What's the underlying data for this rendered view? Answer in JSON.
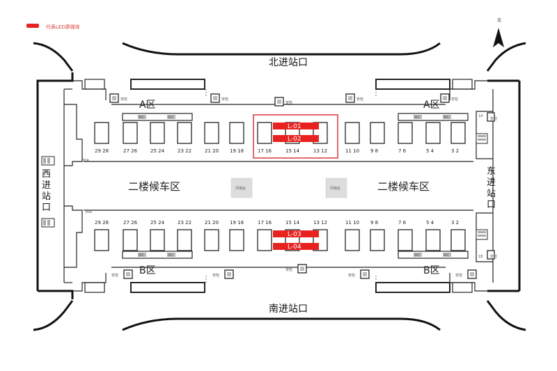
{
  "legend": {
    "label": "代表LED屏媒体",
    "color": "#e8231f"
  },
  "compass": {
    "label": "北"
  },
  "exits": {
    "north": "北进站口",
    "south": "南进站口",
    "west": "西进站口",
    "east": "东进站口"
  },
  "zones": {
    "a_left": "A区",
    "a_right": "A区",
    "b_left": "B区",
    "b_right": "B区",
    "waiting_left": "二楼候车区",
    "waiting_right": "二楼候车区"
  },
  "desks": [
    "问询台",
    "问询台"
  ],
  "security_label": "安检",
  "wc_label": "WC",
  "kiosk_labels": {
    "north_west": "30A",
    "south_west": "30B",
    "east_north": "1A",
    "east_south": "1B"
  },
  "gates_top": [
    "29 28",
    "27 26",
    "25 24",
    "23 22",
    "21 20",
    "19 18",
    "17 16",
    "15 14",
    "13 12",
    "11 10",
    "9 8",
    "7 6",
    "5 4",
    "3 2"
  ],
  "gates_bottom": [
    "29 28",
    "27 26",
    "25 24",
    "23 22",
    "21 20",
    "19 18",
    "17 16",
    "15 14",
    "13 12",
    "11 10",
    "9 8",
    "7 6",
    "5 4",
    "3 2"
  ],
  "led": [
    "L-01",
    "L-02",
    "L-03",
    "L-04"
  ]
}
